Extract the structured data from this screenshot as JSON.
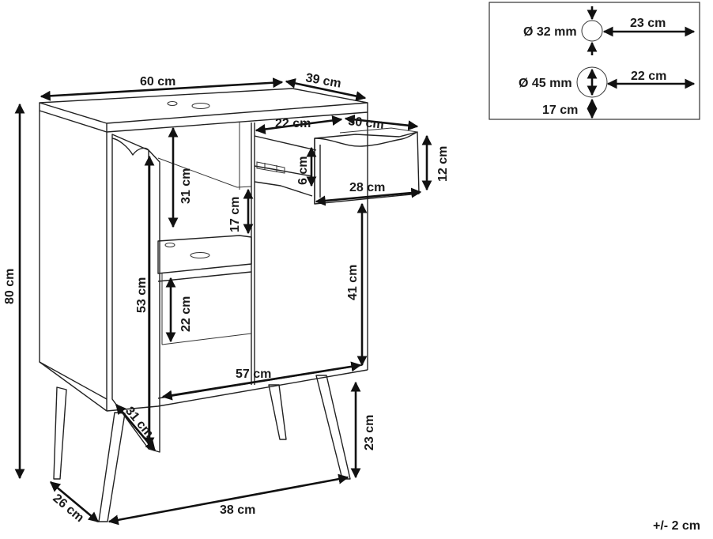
{
  "dimensions": {
    "width_top": "60 cm",
    "depth_top": "39 cm",
    "height_total": "80 cm",
    "drawer_inner_width": "22 cm",
    "drawer_depth": "30 cm",
    "drawer_height": "12 cm",
    "drawer_inner_height": "6 cm",
    "drawer_front_width": "28 cm",
    "upper_shelf_height": "31 cm",
    "lower_gap": "17 cm",
    "door_height": "53 cm",
    "lower_compartment": "22 cm",
    "right_compartment": "41 cm",
    "inner_width": "57 cm",
    "door_width": "31 cm",
    "leg_height": "23 cm",
    "leg_span_width": "38 cm",
    "leg_span_depth": "26 cm"
  },
  "inset": {
    "hole_small_diameter": "Ø 32 mm",
    "hole_small_offset": "23 cm",
    "hole_large_diameter": "Ø 45 mm",
    "hole_large_offset": "22 cm",
    "hole_large_height": "17 cm"
  },
  "tolerance": "+/- 2 cm",
  "colors": {
    "line": "#222222",
    "text": "#1a1a1a",
    "background": "#ffffff"
  }
}
